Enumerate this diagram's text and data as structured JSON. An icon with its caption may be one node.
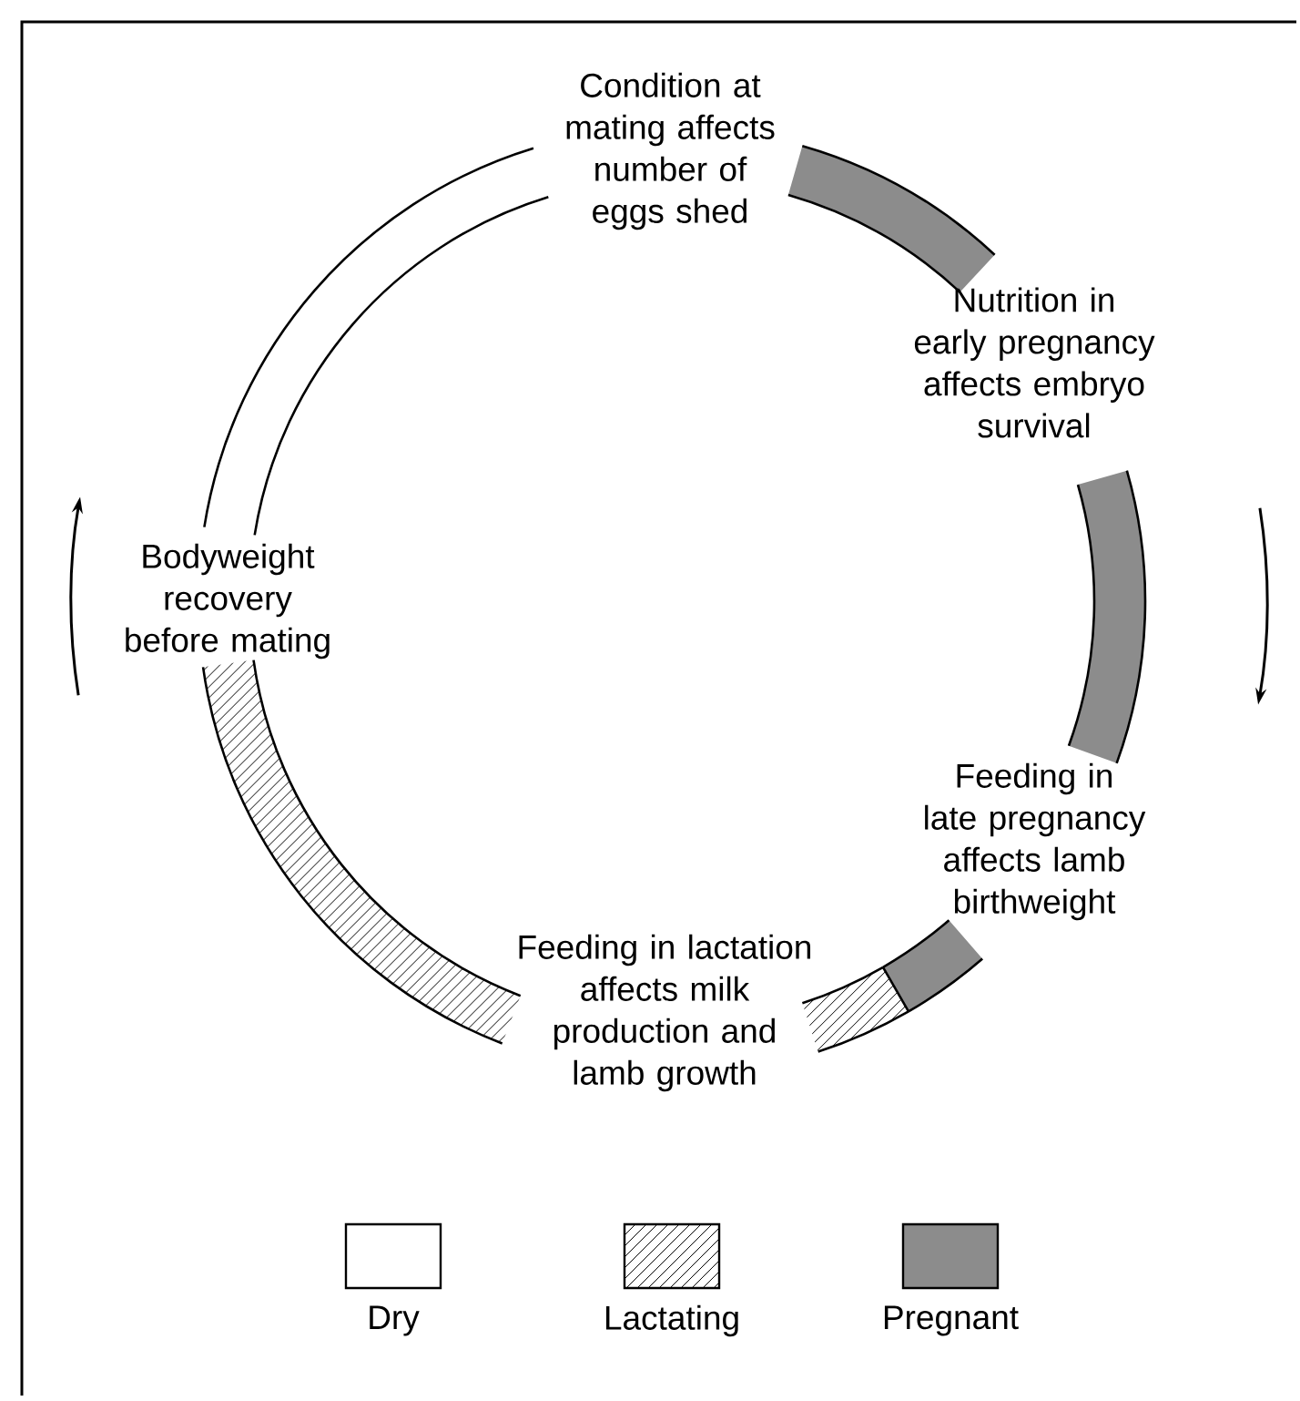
{
  "diagram": {
    "labels": [
      "Condition at mating affects number of eggs shed",
      "Nutrition in early pregnancy affects embryo survival",
      "Bodyweight recovery before mating",
      "Feeding in late pregnancy affects lamb birthweight",
      "Feeding in lactation affects milk production and lamb growth"
    ],
    "legend": [
      {
        "text": "Dry"
      },
      {
        "text": "Lactating"
      },
      {
        "text": "Pregnant",
        "color": "#8c8c8c"
      }
    ]
  }
}
